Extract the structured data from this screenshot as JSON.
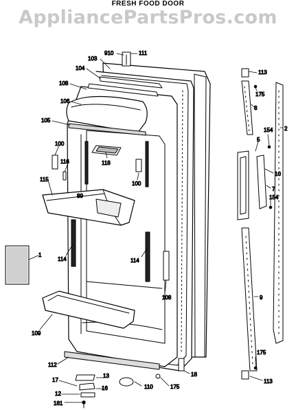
{
  "header": {
    "title": "FRESH FOOD DOOR",
    "watermark": "AppliancePartsPros.com"
  },
  "callouts": [
    {
      "id": "c-910",
      "text": "910"
    },
    {
      "id": "c-111",
      "text": "111"
    },
    {
      "id": "c-103",
      "text": "103"
    },
    {
      "id": "c-104",
      "text": "104"
    },
    {
      "id": "c-108a",
      "text": "108"
    },
    {
      "id": "c-106",
      "text": "106"
    },
    {
      "id": "c-105",
      "text": "105"
    },
    {
      "id": "c-100a",
      "text": "100"
    },
    {
      "id": "c-116",
      "text": "116"
    },
    {
      "id": "c-118",
      "text": "118"
    },
    {
      "id": "c-100b",
      "text": "100"
    },
    {
      "id": "c-115",
      "text": "115"
    },
    {
      "id": "c-89",
      "text": "89"
    },
    {
      "id": "c-1",
      "text": "1"
    },
    {
      "id": "c-114a",
      "text": "114"
    },
    {
      "id": "c-114b",
      "text": "114"
    },
    {
      "id": "c-108b",
      "text": "108"
    },
    {
      "id": "c-109",
      "text": "109"
    },
    {
      "id": "c-112",
      "text": "112"
    },
    {
      "id": "c-13",
      "text": "13"
    },
    {
      "id": "c-17",
      "text": "17"
    },
    {
      "id": "c-16",
      "text": "16"
    },
    {
      "id": "c-12",
      "text": "12"
    },
    {
      "id": "c-110",
      "text": "110"
    },
    {
      "id": "c-175a",
      "text": "175"
    },
    {
      "id": "c-18",
      "text": "18"
    },
    {
      "id": "c-181",
      "text": "181"
    },
    {
      "id": "c-113a",
      "text": "113"
    },
    {
      "id": "c-175b",
      "text": "175"
    },
    {
      "id": "c-8",
      "text": "8"
    },
    {
      "id": "c-2",
      "text": "2"
    },
    {
      "id": "c-154a",
      "text": "154"
    },
    {
      "id": "c-5",
      "text": "5"
    },
    {
      "id": "c-10",
      "text": "10"
    },
    {
      "id": "c-7",
      "text": "7"
    },
    {
      "id": "c-154b",
      "text": "154"
    },
    {
      "id": "c-9",
      "text": "9"
    },
    {
      "id": "c-175c",
      "text": "175"
    },
    {
      "id": "c-113b",
      "text": "113"
    }
  ]
}
